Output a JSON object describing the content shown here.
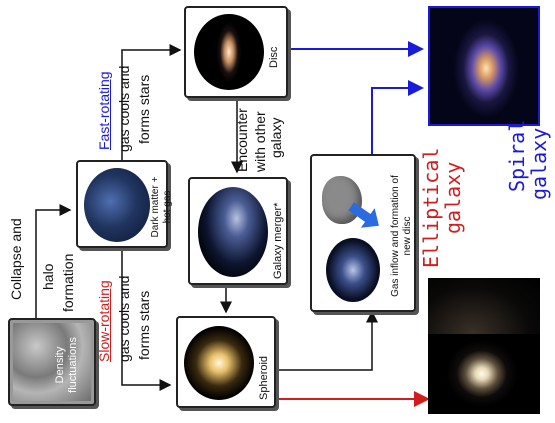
{
  "boxes": {
    "density": "Density fluctuations",
    "dark_matter": "Dark matter + hot gas",
    "spheroid": "Spheroid",
    "merger": "Galaxy merger*",
    "disc": "Disc",
    "gas_inflow": "Gas inflow and formation of new disc"
  },
  "labels": {
    "collapse": "Collapse and",
    "halo": "halo",
    "formation": "formation",
    "slow_rotating": "Slow-rotating",
    "slow_cools": "gas cools and",
    "slow_forms": "forms stars",
    "fast_rotating": "Fast-rotating",
    "fast_cools": "gas cools and",
    "fast_forms": "forms stars",
    "encounter": "Encounter",
    "with_other": "with other",
    "galaxy": "galaxy"
  },
  "outcomes": {
    "elliptical_line1": "Elliptical",
    "elliptical_line2": "galaxy",
    "spiral_line1": "Spiral",
    "spiral_line2": "galaxy"
  },
  "colors": {
    "slow_rotating": "#d01e1e",
    "fast_rotating": "#1a1adb",
    "elliptical": "#d01e1e",
    "spiral": "#1a1adb"
  }
}
